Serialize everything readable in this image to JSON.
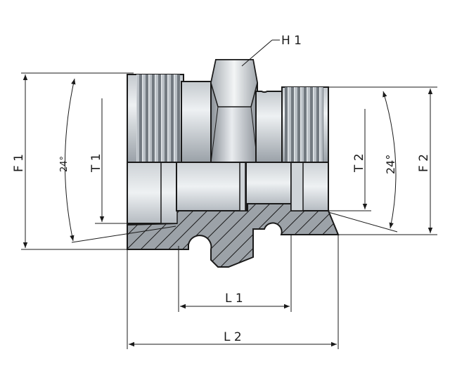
{
  "labels": {
    "h1": "H 1",
    "f1": "F 1",
    "f2": "F 2",
    "t1": "T 1",
    "t2": "T 2",
    "l1": "L 1",
    "l2": "L 2",
    "angle_left": "24°",
    "angle_right": "24°"
  },
  "colors": {
    "metal_light": "#e2e6ea",
    "metal_mid": "#b6bcc2",
    "metal_dark": "#7d848b",
    "thread_dark": "#6b7178",
    "section_fill": "#9aa0a6",
    "hatch": "#1a1a1a",
    "line": "#1a1a1a"
  }
}
